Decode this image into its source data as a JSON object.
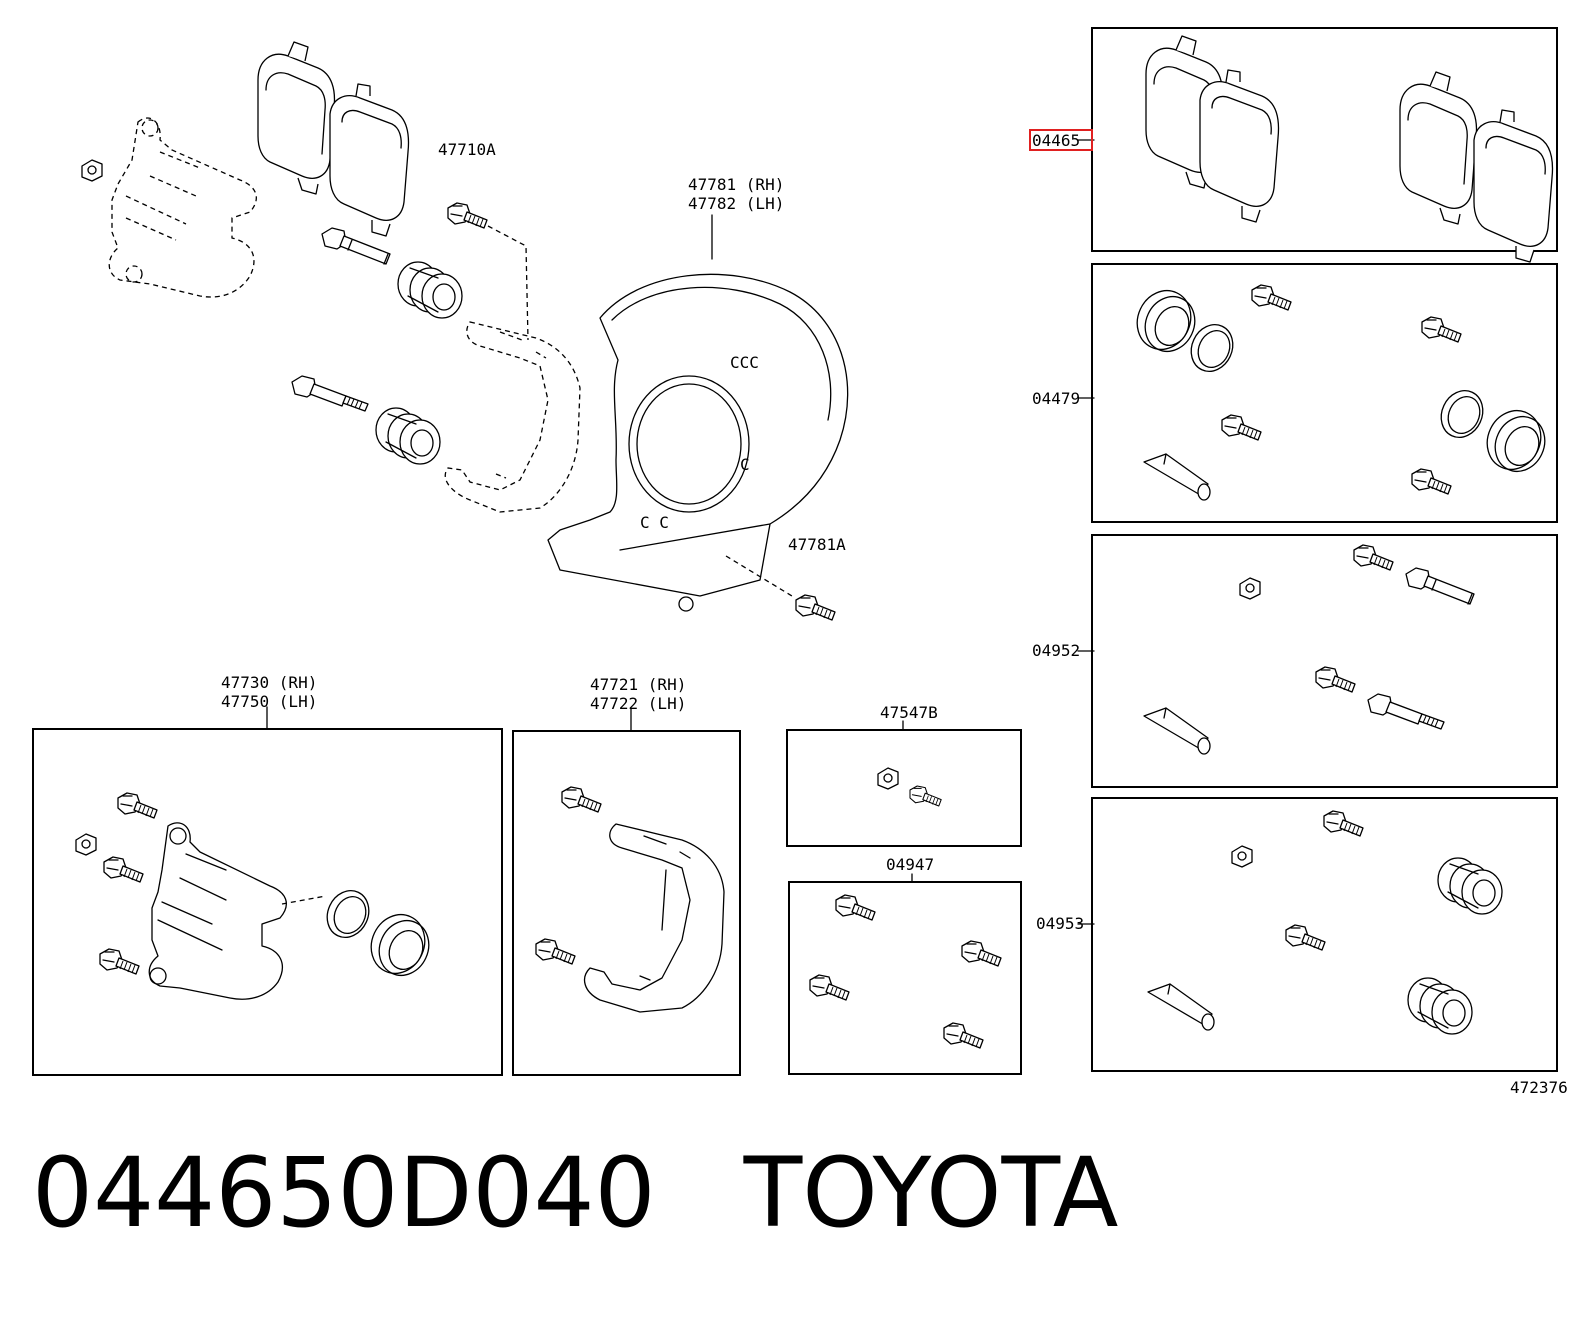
{
  "labels": {
    "pad_kit": "04465",
    "seal_kit": "04479",
    "cyl_kit_a": "04952",
    "cyl_kit_b": "04953",
    "bolt_top": "47710A",
    "shield_rh": "47781 (RH)",
    "shield_lh": "47782 (LH)",
    "shield_bolt": "47781A",
    "caliper_rh": "47730 (RH)",
    "caliper_lh": "47750 (LH)",
    "mount_rh": "47721 (RH)",
    "mount_lh": "47722 (LH)",
    "bleeder": "47547B",
    "bolt_kit": "04947",
    "figure_no": "472376"
  },
  "highlight_color": "#e02020",
  "footer": {
    "part_number": "044650D040",
    "brand": "TOYOTA"
  }
}
